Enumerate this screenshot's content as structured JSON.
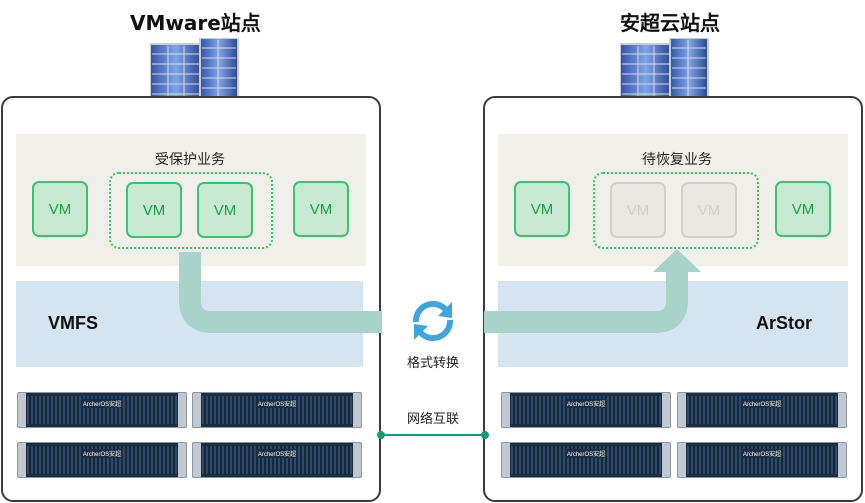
{
  "left_site": {
    "title": "VMware站点",
    "group_label": "受保护业务",
    "vms": [
      "VM",
      "VM",
      "VM",
      "VM"
    ],
    "storage_label": "VMFS"
  },
  "right_site": {
    "title": "安超云站点",
    "group_label": "待恢复业务",
    "vms": [
      "VM",
      "VM",
      "VM",
      "VM"
    ],
    "storage_label": "ArStor"
  },
  "center": {
    "conversion_label": "格式转换",
    "network_label": "网络互联"
  },
  "server_brand": "ArcherOS安超",
  "colors": {
    "vm_green": "#3bc173",
    "ghost_gray": "#cfcfcf",
    "flow_arrow": "#a9d2c9",
    "storage_band": "#d5e4f1",
    "network_line": "#1a9a7c"
  }
}
